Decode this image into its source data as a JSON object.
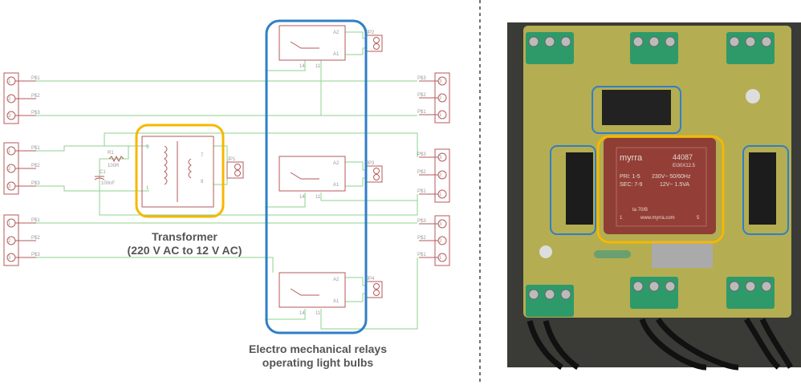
{
  "schematic": {
    "left_pins": [
      "P$1",
      "P$2",
      "P$3"
    ],
    "right_pins": [
      "P$3",
      "P$2",
      "P$1"
    ],
    "pin_numbers_left": [
      "1",
      "2",
      "3"
    ],
    "pin_numbers_right": [
      "3",
      "2",
      "1"
    ],
    "resistor": {
      "name": "R1",
      "value": "100R"
    },
    "capacitor": {
      "name": "C1",
      "value": "100nF"
    },
    "transformer_pins": [
      "5",
      "1",
      "7",
      "9"
    ],
    "jumpers": [
      "JP1",
      "JP2",
      "JP3",
      "JP4"
    ],
    "relay_pins": [
      "A2",
      "A1",
      "14",
      "11"
    ],
    "jumper_pins": [
      "1",
      "2"
    ]
  },
  "annotations": {
    "transformer_line1": "Transformer",
    "transformer_line2": "(220 V AC to 12 V AC)",
    "relays_line1": "Electro mechanical relays",
    "relays_line2": "operating light bulbs"
  },
  "photo": {
    "brand": "myrra",
    "model": "44087",
    "core": "EI30X12.5",
    "pri": "PRI: 1-5",
    "pri_rating": "230V~  50/60Hz",
    "sec": "SEC: 7-9",
    "sec_rating": "12V~   1.5VA",
    "temp": "ta 70/B",
    "website": "www.myrra.com",
    "pin1": "1",
    "pin5": "5"
  },
  "colors": {
    "transformer_highlight": "#f5b800",
    "relay_highlight": "#2f7fc8",
    "wire": "#8fd18f",
    "symbol": "#b55a5a"
  }
}
